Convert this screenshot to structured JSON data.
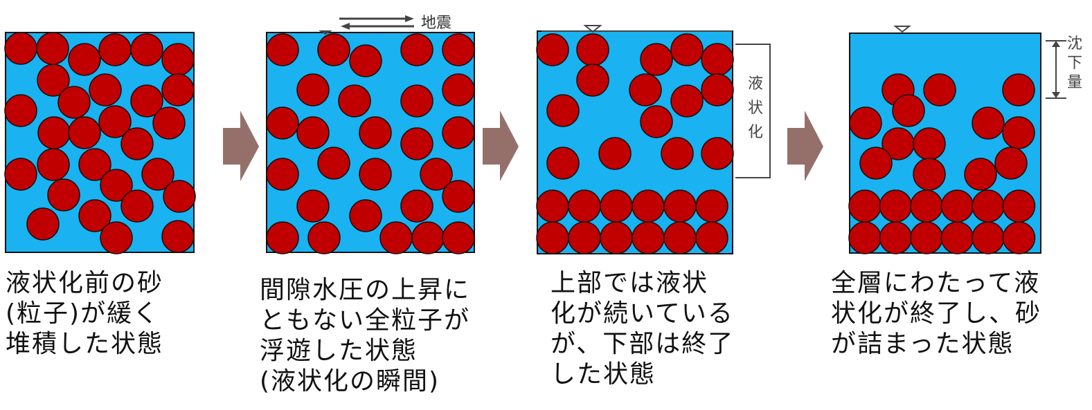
{
  "diagram": {
    "colors": {
      "water": "#1ab2f0",
      "particle": "#c00000",
      "arrow": "#95706a",
      "annotation": "#444444"
    },
    "panels": [
      {
        "name": "panel-before-liquefaction",
        "caption": "液状化前の砂\n(粒子)が緩く\n堆積した状態"
      },
      {
        "name": "panel-liquefaction-moment",
        "caption": "間隙水圧の上昇に\nともない全粒子が\n浮遊した状態\n(液状化の瞬間)",
        "annotation": "地震"
      },
      {
        "name": "panel-partial-liquefaction",
        "caption": "上部では液状\n化が続いている\nが、下部は終了\nした状態",
        "annotation": "液\n状\n化"
      },
      {
        "name": "panel-after-liquefaction",
        "caption": "全層にわたって液\n状化が終了し、砂\nが詰まった状態",
        "annotation": "沈\n下\n量"
      }
    ],
    "transition_icon": "right-arrow-icon"
  }
}
